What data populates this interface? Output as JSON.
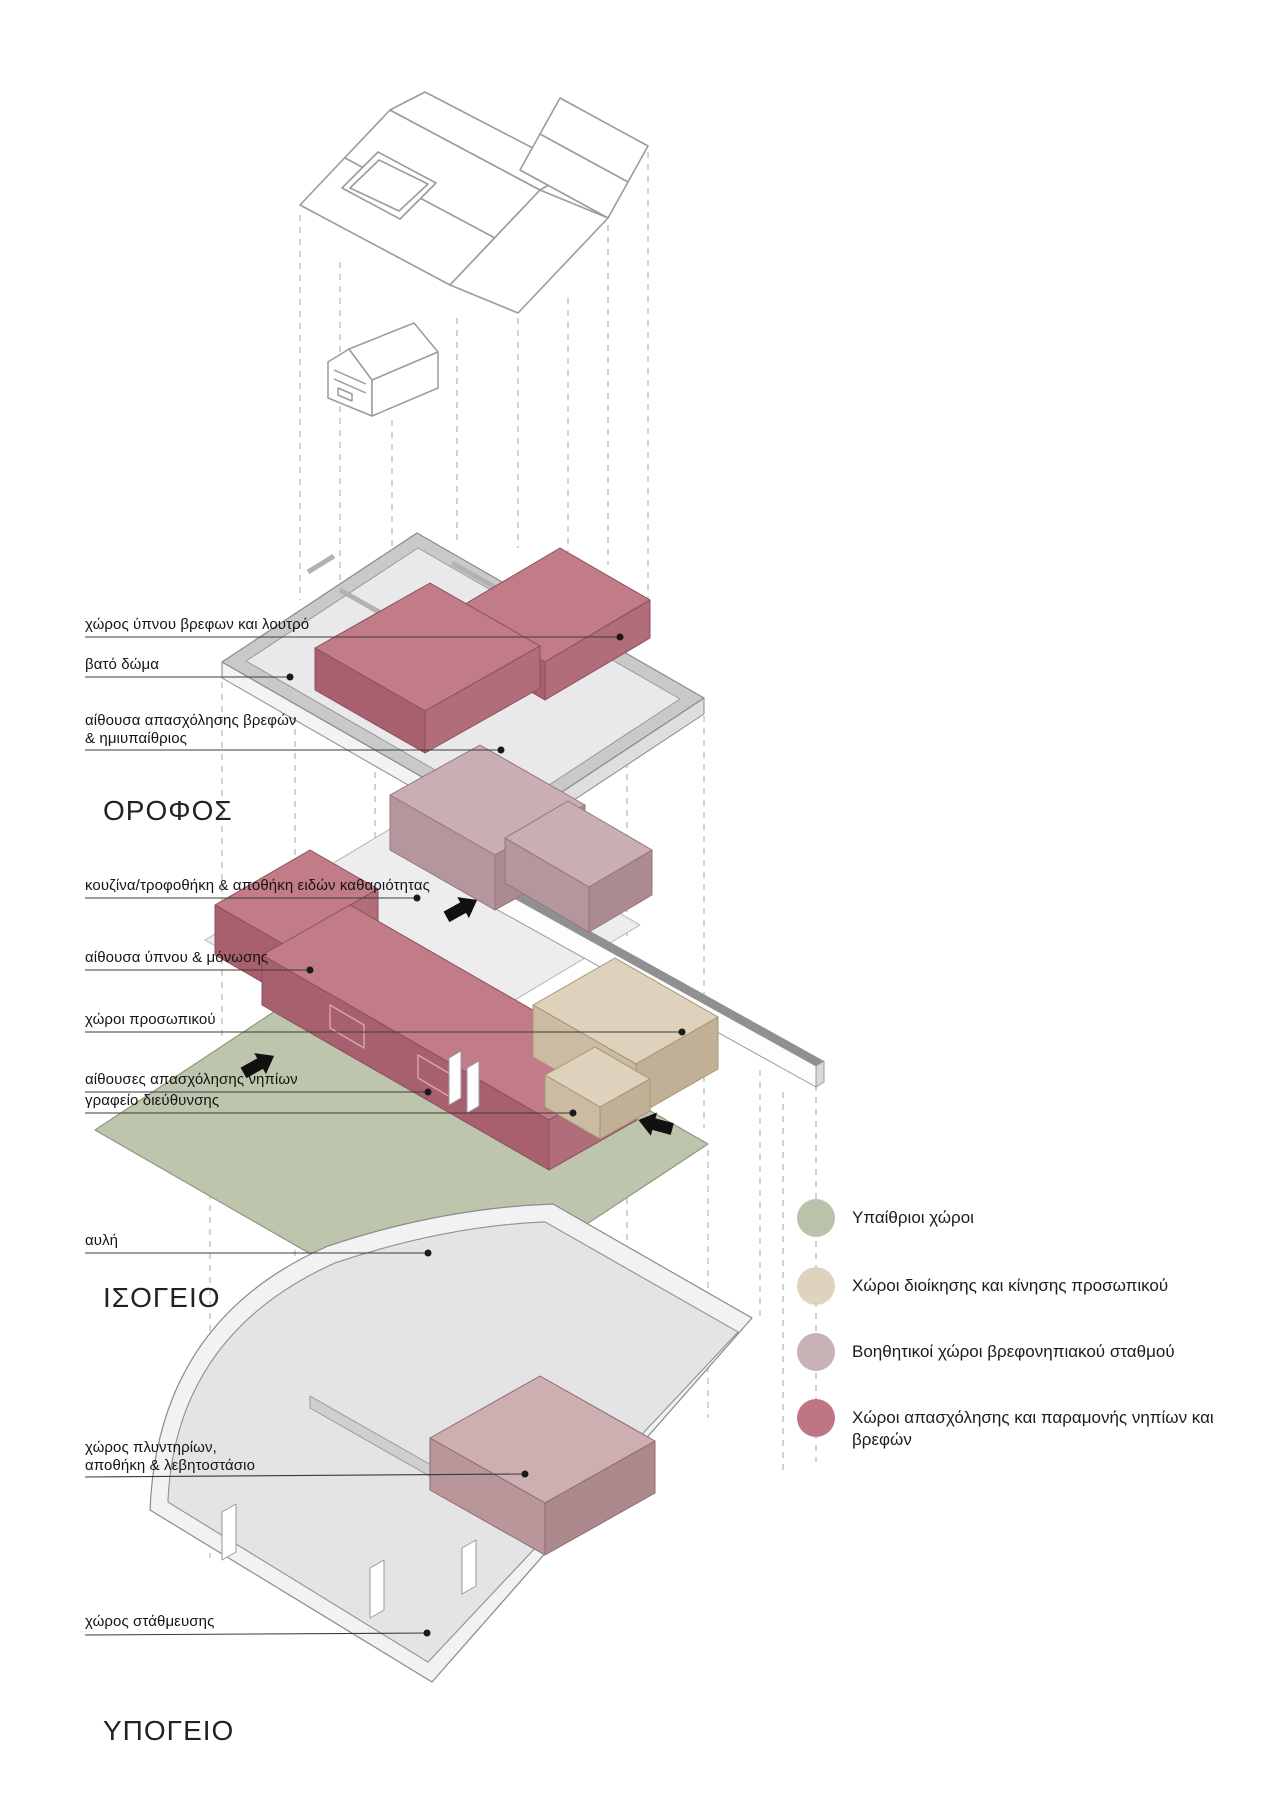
{
  "diagram_title": "exploded-axonometric-nursery-school",
  "floor_titles": {
    "upper": "ΟΡΟΦΟΣ",
    "ground": "ΙΣΟΓΕΙΟ",
    "basement": "ΥΠΟΓΕΙΟ"
  },
  "labels": {
    "sleep_bath": "χώρος ύπνου βρεφων και λουτρό",
    "walkable_roof": "βατό δώμα",
    "infant_activity": "αίθουσα απασχόλησης βρεφών\n& ημιυπαίθριος",
    "kitchen": "κουζίνα/τροφοθήκη & αποθήκη ειδών καθαριότητας",
    "sleep_isolation": "αίθουσα ύπνου & μόνωσης",
    "staff": "χώροι προσωπικού",
    "toddler_activity": "αίθουσες απασχόλησης νηπίων",
    "management_office": "γραφείο διεύθυνσης",
    "courtyard": "αυλή",
    "laundry": "χώρος πλυντηρίων,\nαποθήκη & λεβητοστάσιο",
    "parking": "χώρος στάθμευσης"
  },
  "legend": {
    "items": [
      {
        "label": "Υπαίθριοι χώροι",
        "color": "#b9c2aa"
      },
      {
        "label": "Χώροι διοίκησης και κίνησης προσωπικού",
        "color": "#ded3bf"
      },
      {
        "label": "Βοηθητικοί χώροι βρεφονηπιακού σταθμού",
        "color": "#c8b1b5"
      },
      {
        "label": "Χώροι απασχόλησης και παραμονής νηπίων και βρεφών",
        "color": "#bf7586"
      }
    ]
  },
  "colors": {
    "open_air": "#b9c2aa",
    "administration": "#ded3bf",
    "auxiliary": "#c8b1b5",
    "children_spaces": "#bf7586"
  }
}
